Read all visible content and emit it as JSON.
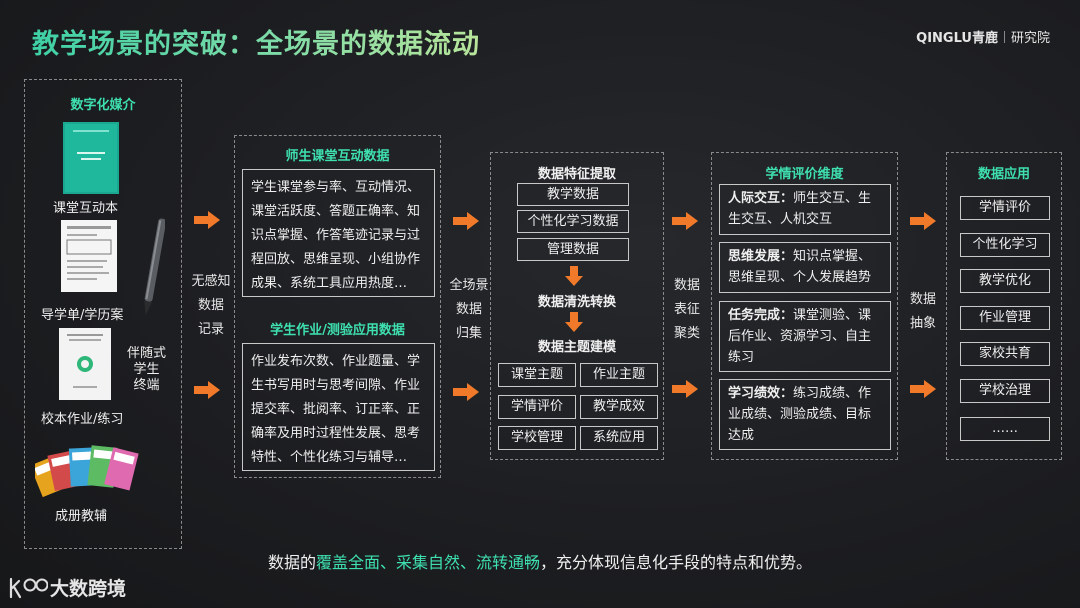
{
  "header": {
    "title": "教学场景的突破：全场景的数据流动",
    "brand_logo": "QINGLU青鹿",
    "brand_sub": "研究院"
  },
  "media_panel": {
    "title": "数字化媒介",
    "items": [
      "课堂互动本",
      "导学单/学历案",
      "校本作业/练习",
      "成册教辅"
    ],
    "pen_label": [
      "伴随式",
      "学生",
      "终端"
    ]
  },
  "flow_labels": {
    "record": [
      "无感知",
      "数据",
      "记录"
    ],
    "collect": [
      "全场景",
      "数据",
      "归集"
    ],
    "represent": [
      "数据",
      "表征",
      "聚类"
    ],
    "abstract": [
      "数据",
      "抽象"
    ]
  },
  "collection_panel": {
    "section1_title": "师生课堂互动数据",
    "section1_text": "学生课堂参与率、互动情况、课堂活跃度、答题正确率、知识点掌握、作答笔迹记录与过程回放、思维呈现、小组协作成果、系统工具应用热度…",
    "section2_title": "学生作业/测验应用数据",
    "section2_text": "作业发布次数、作业题量、学生书写用时与思考间隙、作业提交率、批阅率、订正率、正确率及用时过程性发展、思考特性、个性化练习与辅导…"
  },
  "processing_panel": {
    "step1": "数据特征提取",
    "step1_items": [
      "教学数据",
      "个性化学习数据",
      "管理数据"
    ],
    "step2": "数据清洗转换",
    "step3": "数据主题建模",
    "topics": [
      "课堂主题",
      "作业主题",
      "学情评价",
      "教学成效",
      "学校管理",
      "系统应用"
    ]
  },
  "evaluation_panel": {
    "title": "学情评价维度",
    "dimensions": [
      {
        "head": "人际交互：",
        "line1": "师生交互、生",
        "line2": "生交互、人机交互",
        "line3": ""
      },
      {
        "head": "思维发展：",
        "line1": "知识点掌握、",
        "line2": "思维呈现、个人发展趋势",
        "line3": ""
      },
      {
        "head": "任务完成：",
        "line1": "课堂测验、课",
        "line2": "后作业、资源学习、自主",
        "line3": "练习"
      },
      {
        "head": "学习绩效：",
        "line1": "练习成绩、作",
        "line2": "业成绩、测验成绩、目标",
        "line3": "达成"
      }
    ]
  },
  "application_panel": {
    "title": "数据应用",
    "items": [
      "学情评价",
      "个性化学习",
      "教学优化",
      "作业管理",
      "家校共育",
      "学校治理",
      "……"
    ]
  },
  "footer": {
    "prefix": "数据的",
    "highlight": "覆盖全面、采集自然、流转通畅",
    "suffix": "，充分体现信息化手段的特点和优势。",
    "logo": "大数跨境"
  },
  "colors": {
    "accent": "#3ee0b0",
    "arrow": "#f07a2a"
  }
}
